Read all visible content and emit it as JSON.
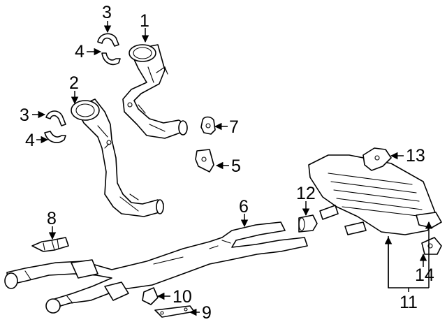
{
  "callouts": {
    "c1": "1",
    "c2": "2",
    "c3a": "3",
    "c3b": "3",
    "c4a": "4",
    "c4b": "4",
    "c5": "5",
    "c6": "6",
    "c7": "7",
    "c8": "8",
    "c9": "9",
    "c10": "10",
    "c11": "11",
    "c12": "12",
    "c13": "13",
    "c14": "14"
  }
}
